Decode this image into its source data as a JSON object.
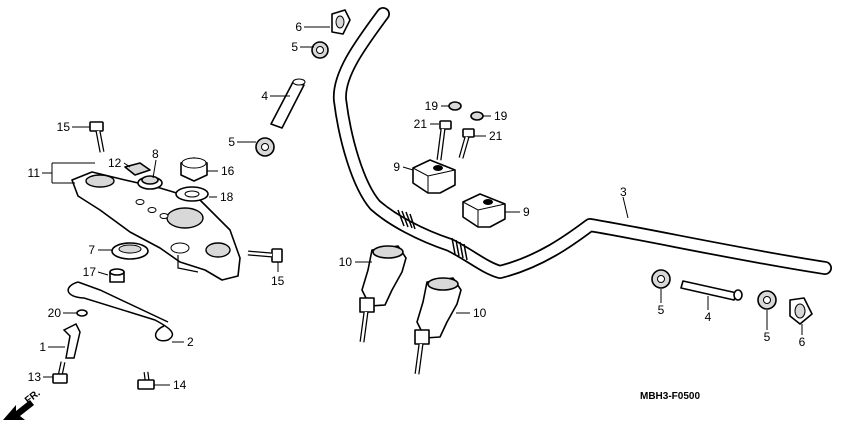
{
  "diagram": {
    "code": "MBH3-F0500",
    "direction": "FR."
  },
  "labels": [
    {
      "id": "l6a",
      "text": "6"
    },
    {
      "id": "l5a",
      "text": "5"
    },
    {
      "id": "l4a",
      "text": "4"
    },
    {
      "id": "l5b",
      "text": "5"
    },
    {
      "id": "l15a",
      "text": "15"
    },
    {
      "id": "l11",
      "text": "11"
    },
    {
      "id": "l12",
      "text": "12"
    },
    {
      "id": "l8",
      "text": "8"
    },
    {
      "id": "l16",
      "text": "16"
    },
    {
      "id": "l18",
      "text": "18"
    },
    {
      "id": "l7",
      "text": "7"
    },
    {
      "id": "l17",
      "text": "17"
    },
    {
      "id": "l15b",
      "text": "15"
    },
    {
      "id": "l20",
      "text": "20"
    },
    {
      "id": "l2",
      "text": "2"
    },
    {
      "id": "l1",
      "text": "1"
    },
    {
      "id": "l13",
      "text": "13"
    },
    {
      "id": "l14",
      "text": "14"
    },
    {
      "id": "l19a",
      "text": "19"
    },
    {
      "id": "l19b",
      "text": "19"
    },
    {
      "id": "l21a",
      "text": "21"
    },
    {
      "id": "l21b",
      "text": "21"
    },
    {
      "id": "l9a",
      "text": "9"
    },
    {
      "id": "l9b",
      "text": "9"
    },
    {
      "id": "l3",
      "text": "3"
    },
    {
      "id": "l10a",
      "text": "10"
    },
    {
      "id": "l10b",
      "text": "10"
    },
    {
      "id": "l5c",
      "text": "5"
    },
    {
      "id": "l4b",
      "text": "4"
    },
    {
      "id": "l5d",
      "text": "5"
    },
    {
      "id": "l6b",
      "text": "6"
    }
  ]
}
